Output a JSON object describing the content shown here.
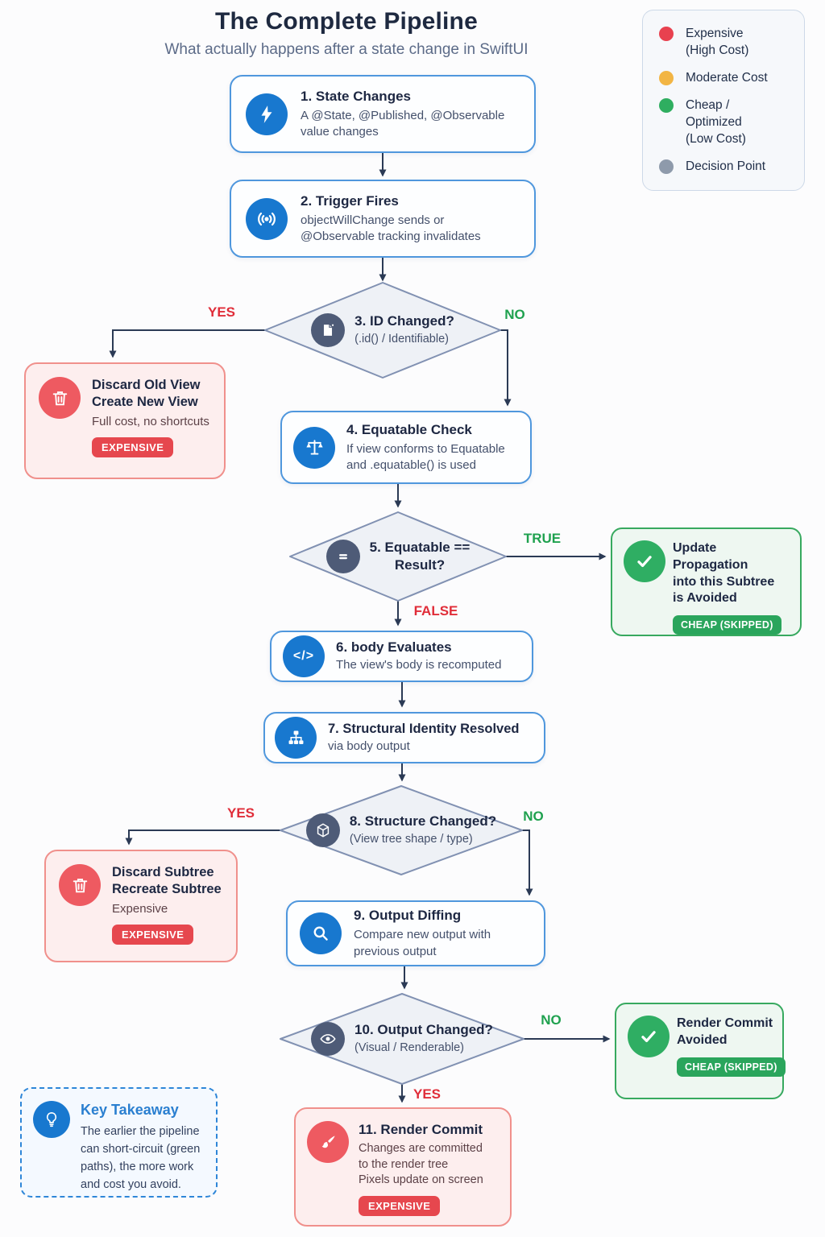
{
  "header": {
    "title": "The Complete Pipeline",
    "subtitle": "What actually happens after a state change in SwiftUI"
  },
  "legend": {
    "items": [
      {
        "label": "Expensive\n(High Cost)",
        "color": "#e8414f"
      },
      {
        "label": "Moderate Cost",
        "color": "#f2b544"
      },
      {
        "label": "Cheap / Optimized\n(Low Cost)",
        "color": "#2fae60"
      },
      {
        "label": "Decision Point",
        "color": "#8e9aab"
      }
    ]
  },
  "nodes": {
    "step1": {
      "title": "1. State Changes",
      "desc": "A @State, @Published, @Observable value changes",
      "icon": "bolt-icon"
    },
    "step2": {
      "title": "2. Trigger Fires",
      "desc": "objectWillChange sends or @Observable tracking invalidates",
      "icon": "broadcast-icon"
    },
    "d3": {
      "title": "3. ID Changed?",
      "desc": "(.id() / Identifiable)",
      "icon": "id-tag-icon"
    },
    "discard_view": {
      "title": "Discard Old View\nCreate New View",
      "desc": "Full cost, no shortcuts",
      "badge": "EXPENSIVE",
      "icon": "trash-icon"
    },
    "step4": {
      "title": "4. Equatable Check",
      "desc": "If view conforms to Equatable\nand .equatable() is used",
      "icon": "scales-icon"
    },
    "d5": {
      "title": "5. Equatable ==\nResult?",
      "icon": "equals-icon"
    },
    "skip_update": {
      "title": "Update Propagation\ninto this Subtree\nis Avoided",
      "badge": "CHEAP (SKIPPED)",
      "icon": "check-icon"
    },
    "step6": {
      "title": "6. body Evaluates",
      "desc": "The view's body is recomputed",
      "icon": "code-icon"
    },
    "step7": {
      "title": "7. Structural Identity Resolved",
      "desc": "via body output",
      "icon": "tree-icon"
    },
    "d8": {
      "title": "8. Structure Changed?",
      "desc": "(View tree shape / type)",
      "icon": "cube-icon"
    },
    "discard_subtree": {
      "title": "Discard Subtree\nRecreate Subtree",
      "desc": "Expensive",
      "badge": "EXPENSIVE",
      "icon": "trash-icon"
    },
    "step9": {
      "title": "9. Output Diffing",
      "desc": "Compare new output with\nprevious output",
      "icon": "search-icon"
    },
    "d10": {
      "title": "10. Output Changed?",
      "desc": "(Visual / Renderable)",
      "icon": "eye-icon"
    },
    "skip_render": {
      "title": "Render Commit\nAvoided",
      "badge": "CHEAP (SKIPPED)",
      "icon": "check-icon"
    },
    "step11": {
      "title": "11. Render Commit",
      "desc": "Changes are committed\nto the render tree\nPixels update on screen",
      "badge": "EXPENSIVE",
      "icon": "brush-icon"
    }
  },
  "edges": {
    "d3_yes": "YES",
    "d3_no": "NO",
    "d5_true": "TRUE",
    "d5_false": "FALSE",
    "d8_yes": "YES",
    "d8_no": "NO",
    "d10_no": "NO",
    "d10_yes": "YES"
  },
  "takeaway": {
    "title": "Key Takeaway",
    "body": "The earlier the pipeline can short-circuit (green paths), the more work and cost you avoid."
  },
  "colors": {
    "expensive": "#e8414f",
    "moderate": "#f2b544",
    "cheap": "#2fae60",
    "decision": "#8e9aab",
    "process_accent": "#1878cf",
    "process_border": "#4f97dd",
    "connector": "#2b3a55",
    "yes_red": "#e02d39",
    "no_green": "#1fa14f",
    "badge_red": "#e6474e",
    "badge_green": "#2aa55c"
  }
}
